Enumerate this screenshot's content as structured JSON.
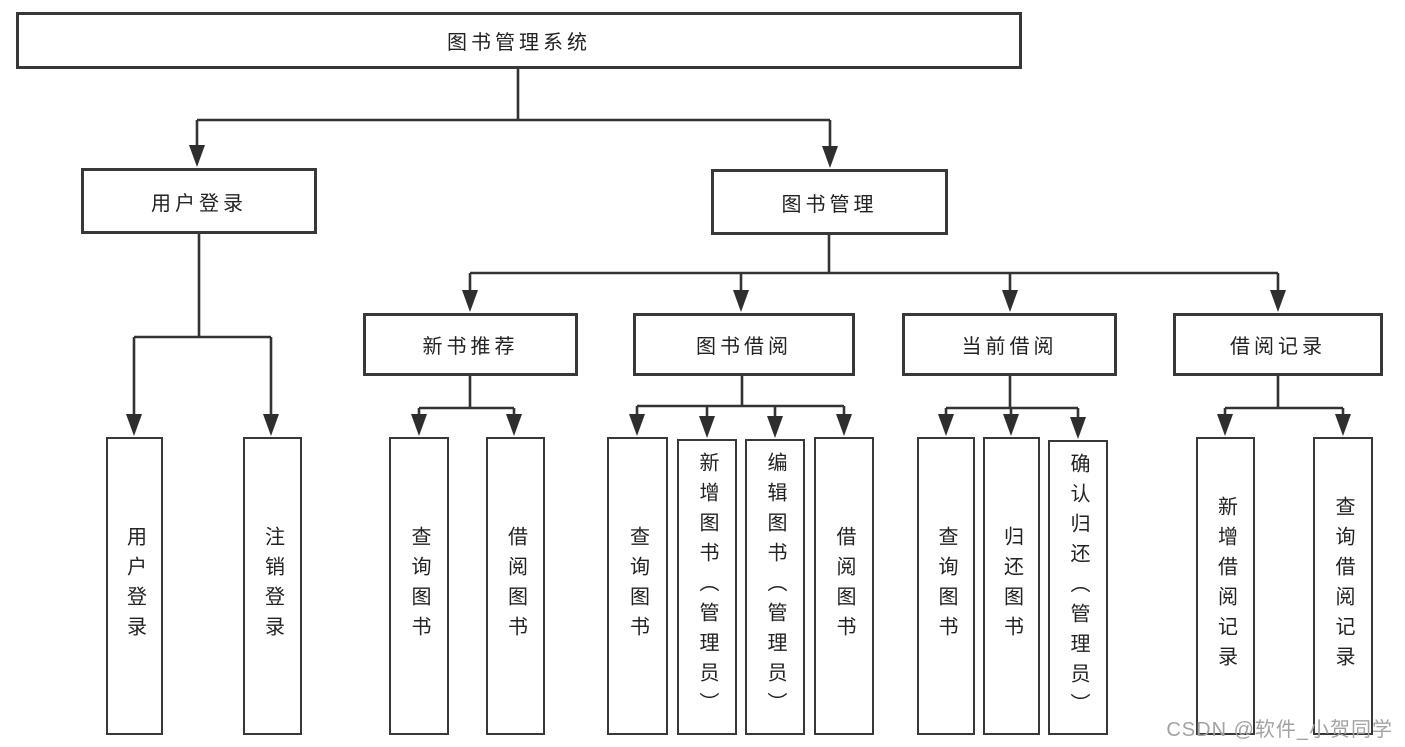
{
  "diagram": {
    "root": {
      "label": "图书管理系统",
      "children": [
        {
          "label": "用户登录",
          "children": [
            {
              "label": "用户登录"
            },
            {
              "label": "注销登录"
            }
          ]
        },
        {
          "label": "图书管理",
          "children": [
            {
              "label": "新书推荐",
              "children": [
                {
                  "label": "查询图书"
                },
                {
                  "label": "借阅图书"
                }
              ]
            },
            {
              "label": "图书借阅",
              "children": [
                {
                  "label": "查询图书"
                },
                {
                  "label": "新增图书（管理员）"
                },
                {
                  "label": "编辑图书（管理员）"
                },
                {
                  "label": "借阅图书"
                }
              ]
            },
            {
              "label": "当前借阅",
              "children": [
                {
                  "label": "查询图书"
                },
                {
                  "label": "归还图书"
                },
                {
                  "label": "确认归还（管理员）"
                }
              ]
            },
            {
              "label": "借阅记录",
              "children": [
                {
                  "label": "新增借阅记录"
                },
                {
                  "label": "查询借阅记录"
                }
              ]
            }
          ]
        }
      ]
    }
  },
  "watermark": {
    "text": "CSDN @软件_小贺同学"
  },
  "colors": {
    "background": "#ffffff",
    "line": "#333333",
    "box_border": "#383838",
    "text": "#222222",
    "watermark": "#a3a3a3"
  }
}
